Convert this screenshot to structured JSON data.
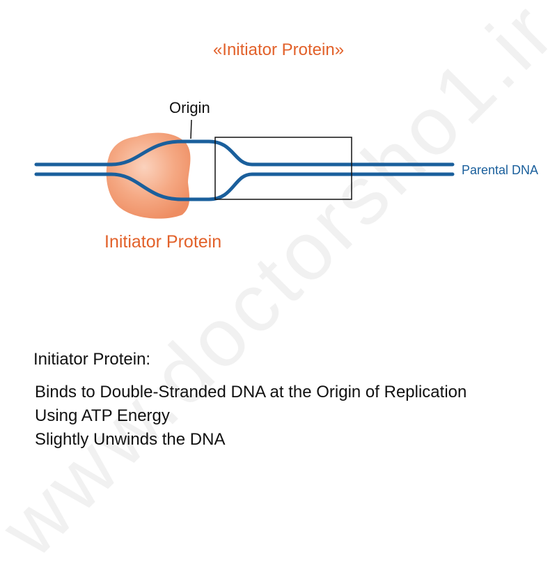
{
  "watermark": "www.doctorsho1.ir",
  "title": "«Initiator Protein»",
  "diagram": {
    "origin_label": "Origin",
    "dna_label": "Parental DNA",
    "protein_label": "Initiator Protein"
  },
  "description": {
    "heading": "Initiator Protein:",
    "points": [
      "Binds to Double-Stranded DNA at the Origin of Replication",
      "Using ATP Energy",
      "Slightly Unwinds the DNA"
    ]
  },
  "colors": {
    "dna_strand": "#1a5f9c",
    "protein": "#f3a07c",
    "accent_text": "#e2612a"
  }
}
